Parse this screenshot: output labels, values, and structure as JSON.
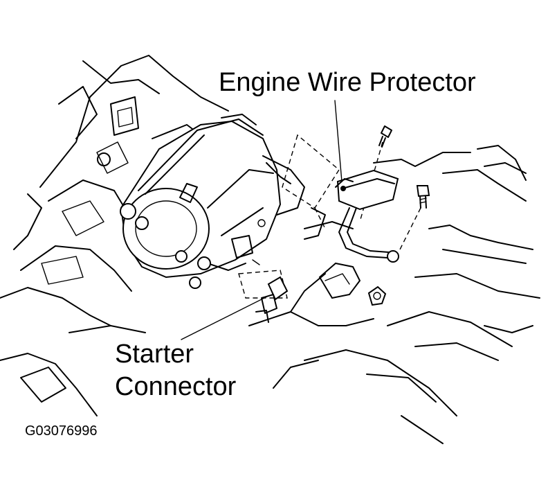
{
  "labels": {
    "engine_wire_protector": "Engine Wire Protector",
    "starter_connector_line1": "Starter",
    "starter_connector_line2": "Connector",
    "figure_code": "G03076996"
  }
}
